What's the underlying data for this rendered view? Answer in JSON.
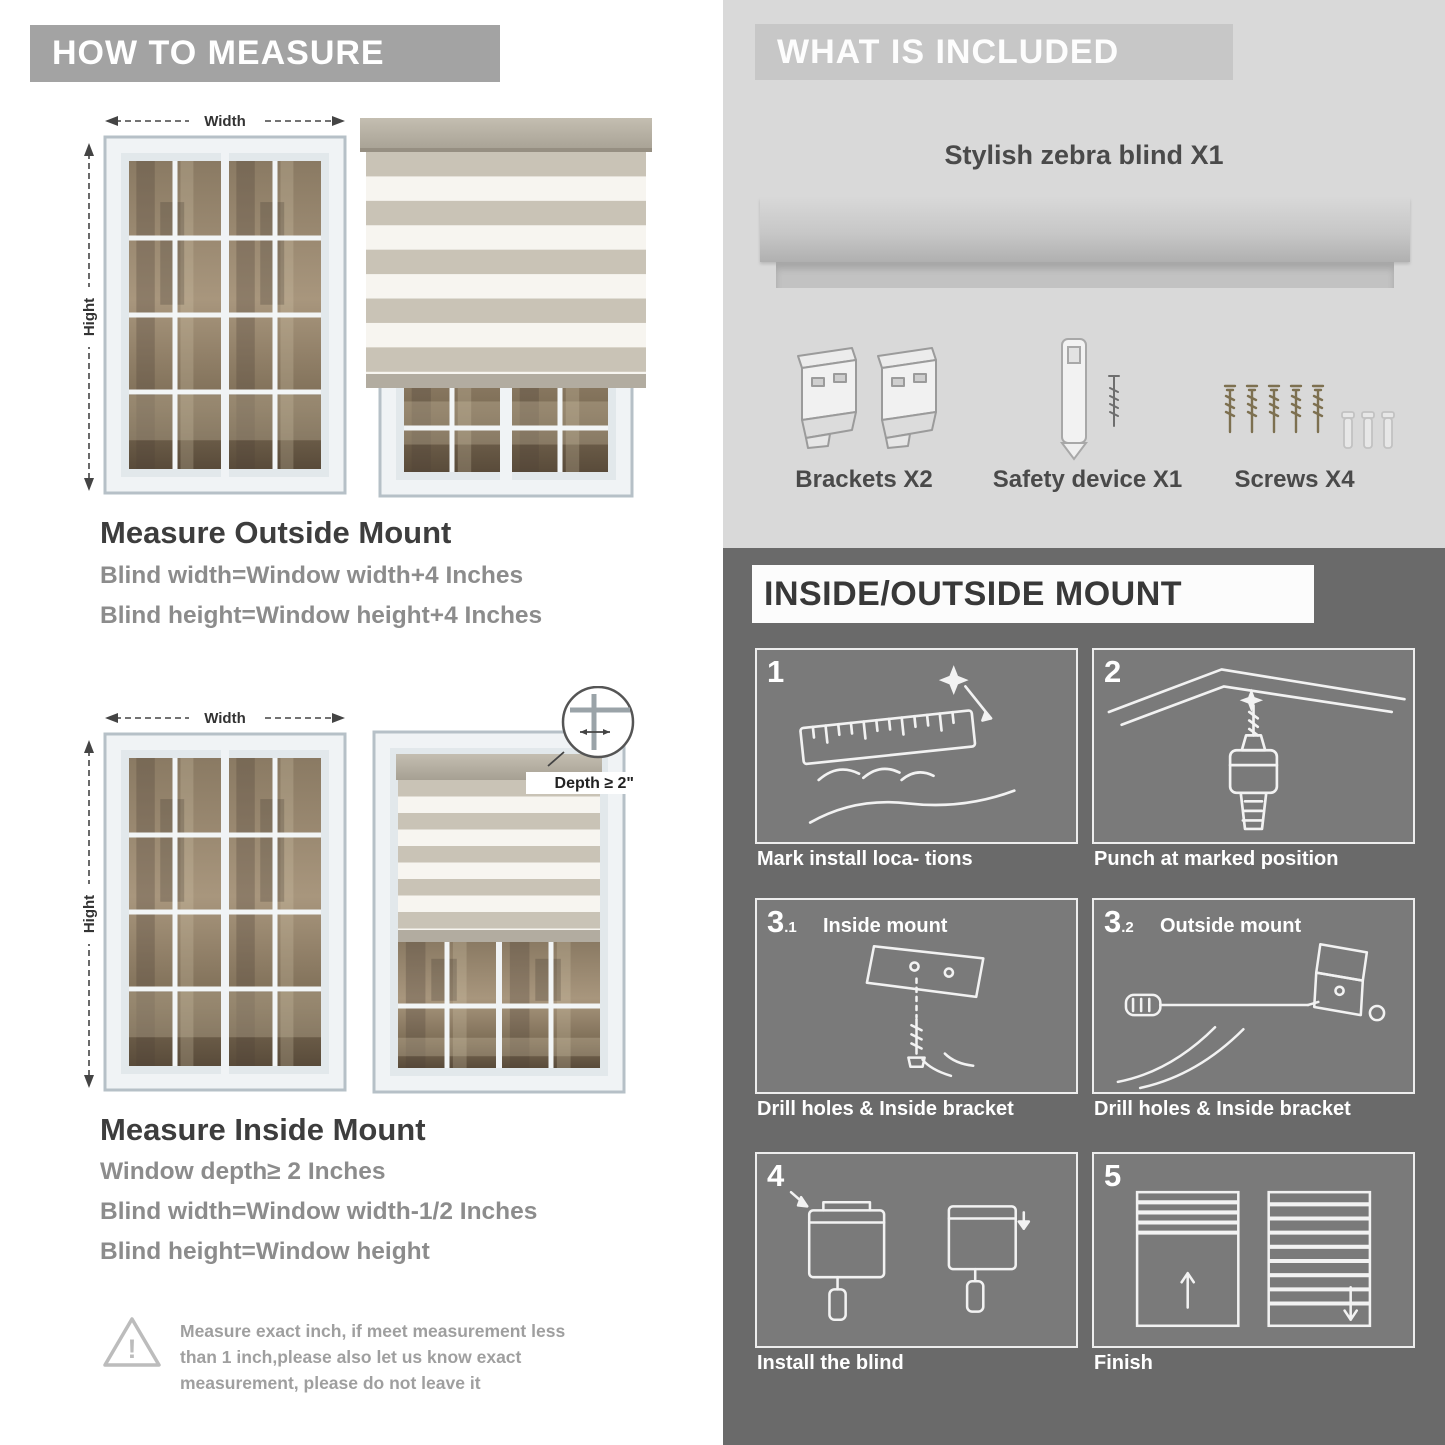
{
  "colors": {
    "banner_gray": "#a3a3a3",
    "included_bg": "#d9d9d9",
    "included_banner": "#c7c7c7",
    "dark_bg": "#6a6a6a",
    "heading": "#3d3d3d",
    "body_text": "#8c8c8c",
    "valance": "#b7b1a4",
    "stripe": "#c9c3b6"
  },
  "how_to_measure": {
    "header": "HOW TO MEASURE",
    "width_label": "Width",
    "height_label": "Hight",
    "outside": {
      "title": "Measure Outside Mount",
      "lines": [
        "Blind width=Window width+4 Inches",
        "Blind height=Window height+4 Inches"
      ]
    },
    "inside": {
      "depth_callout": "Depth ≥ 2\"",
      "title": "Measure Inside Mount",
      "lines": [
        "Window depth≥ 2 Inches",
        "Blind width=Window width-1/2 Inches",
        "Blind height=Window height"
      ]
    },
    "warning": {
      "mark": "!",
      "lines": [
        "Measure exact inch, if meet measurement less",
        "than 1 inch,please also let us know exact",
        "measurement, please do not leave it"
      ]
    }
  },
  "included": {
    "header": "WHAT IS INCLUDED",
    "product": "Stylish zebra blind X1",
    "parts": [
      {
        "label": "Brackets X2"
      },
      {
        "label": "Safety device X1"
      },
      {
        "label": "Screws X4"
      }
    ]
  },
  "mount_guide": {
    "header": "INSIDE/OUTSIDE MOUNT",
    "steps": [
      {
        "num": "1",
        "sub": "",
        "title": "",
        "caption": "Mark install loca- tions"
      },
      {
        "num": "2",
        "sub": "",
        "title": "",
        "caption": "Punch at  marked position"
      },
      {
        "num": "3",
        "sub": ".1",
        "title": "Inside mount",
        "caption": "Drill holes &  Inside bracket"
      },
      {
        "num": "3",
        "sub": ".2",
        "title": "Outside mount",
        "caption": "Drill holes &  Inside bracket"
      },
      {
        "num": "4",
        "sub": "",
        "title": "",
        "caption": "Install the blind"
      },
      {
        "num": "5",
        "sub": "",
        "title": "",
        "caption": "Finish"
      }
    ]
  }
}
